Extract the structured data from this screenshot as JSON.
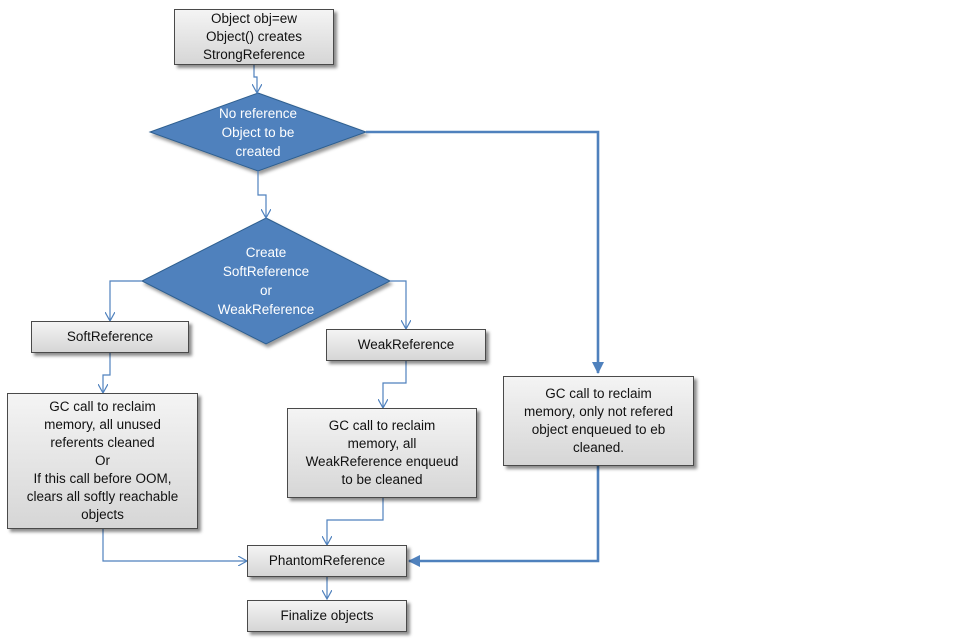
{
  "nodes": {
    "start": "Object obj=ew\nObject() creates\nStrongReference",
    "no_reference": "No reference\nObject to be\ncreated",
    "create_soft_weak": "Create\nSoftReference\nor\nWeakReference",
    "soft_reference": "SoftReference",
    "weak_reference": "WeakReference",
    "gc_soft": "GC call to reclaim\nmemory, all unused\nreferents cleaned\nOr\nIf this call before OOM,\nclears all softly reachable\nobjects",
    "gc_weak": "GC call to reclaim\nmemory, all\nWeakReference enqueud\nto be cleaned",
    "gc_unreferred": "GC call to reclaim\nmemory, only not refered\nobject enqueued  to eb\ncleaned.",
    "phantom_reference": "PhantomReference",
    "finalize": "Finalize objects"
  },
  "colors": {
    "diamond_fill": "#4f81bd",
    "diamond_stroke": "#2f5f8f",
    "connector": "#4f81bd",
    "box_border": "#4a4a4a"
  }
}
